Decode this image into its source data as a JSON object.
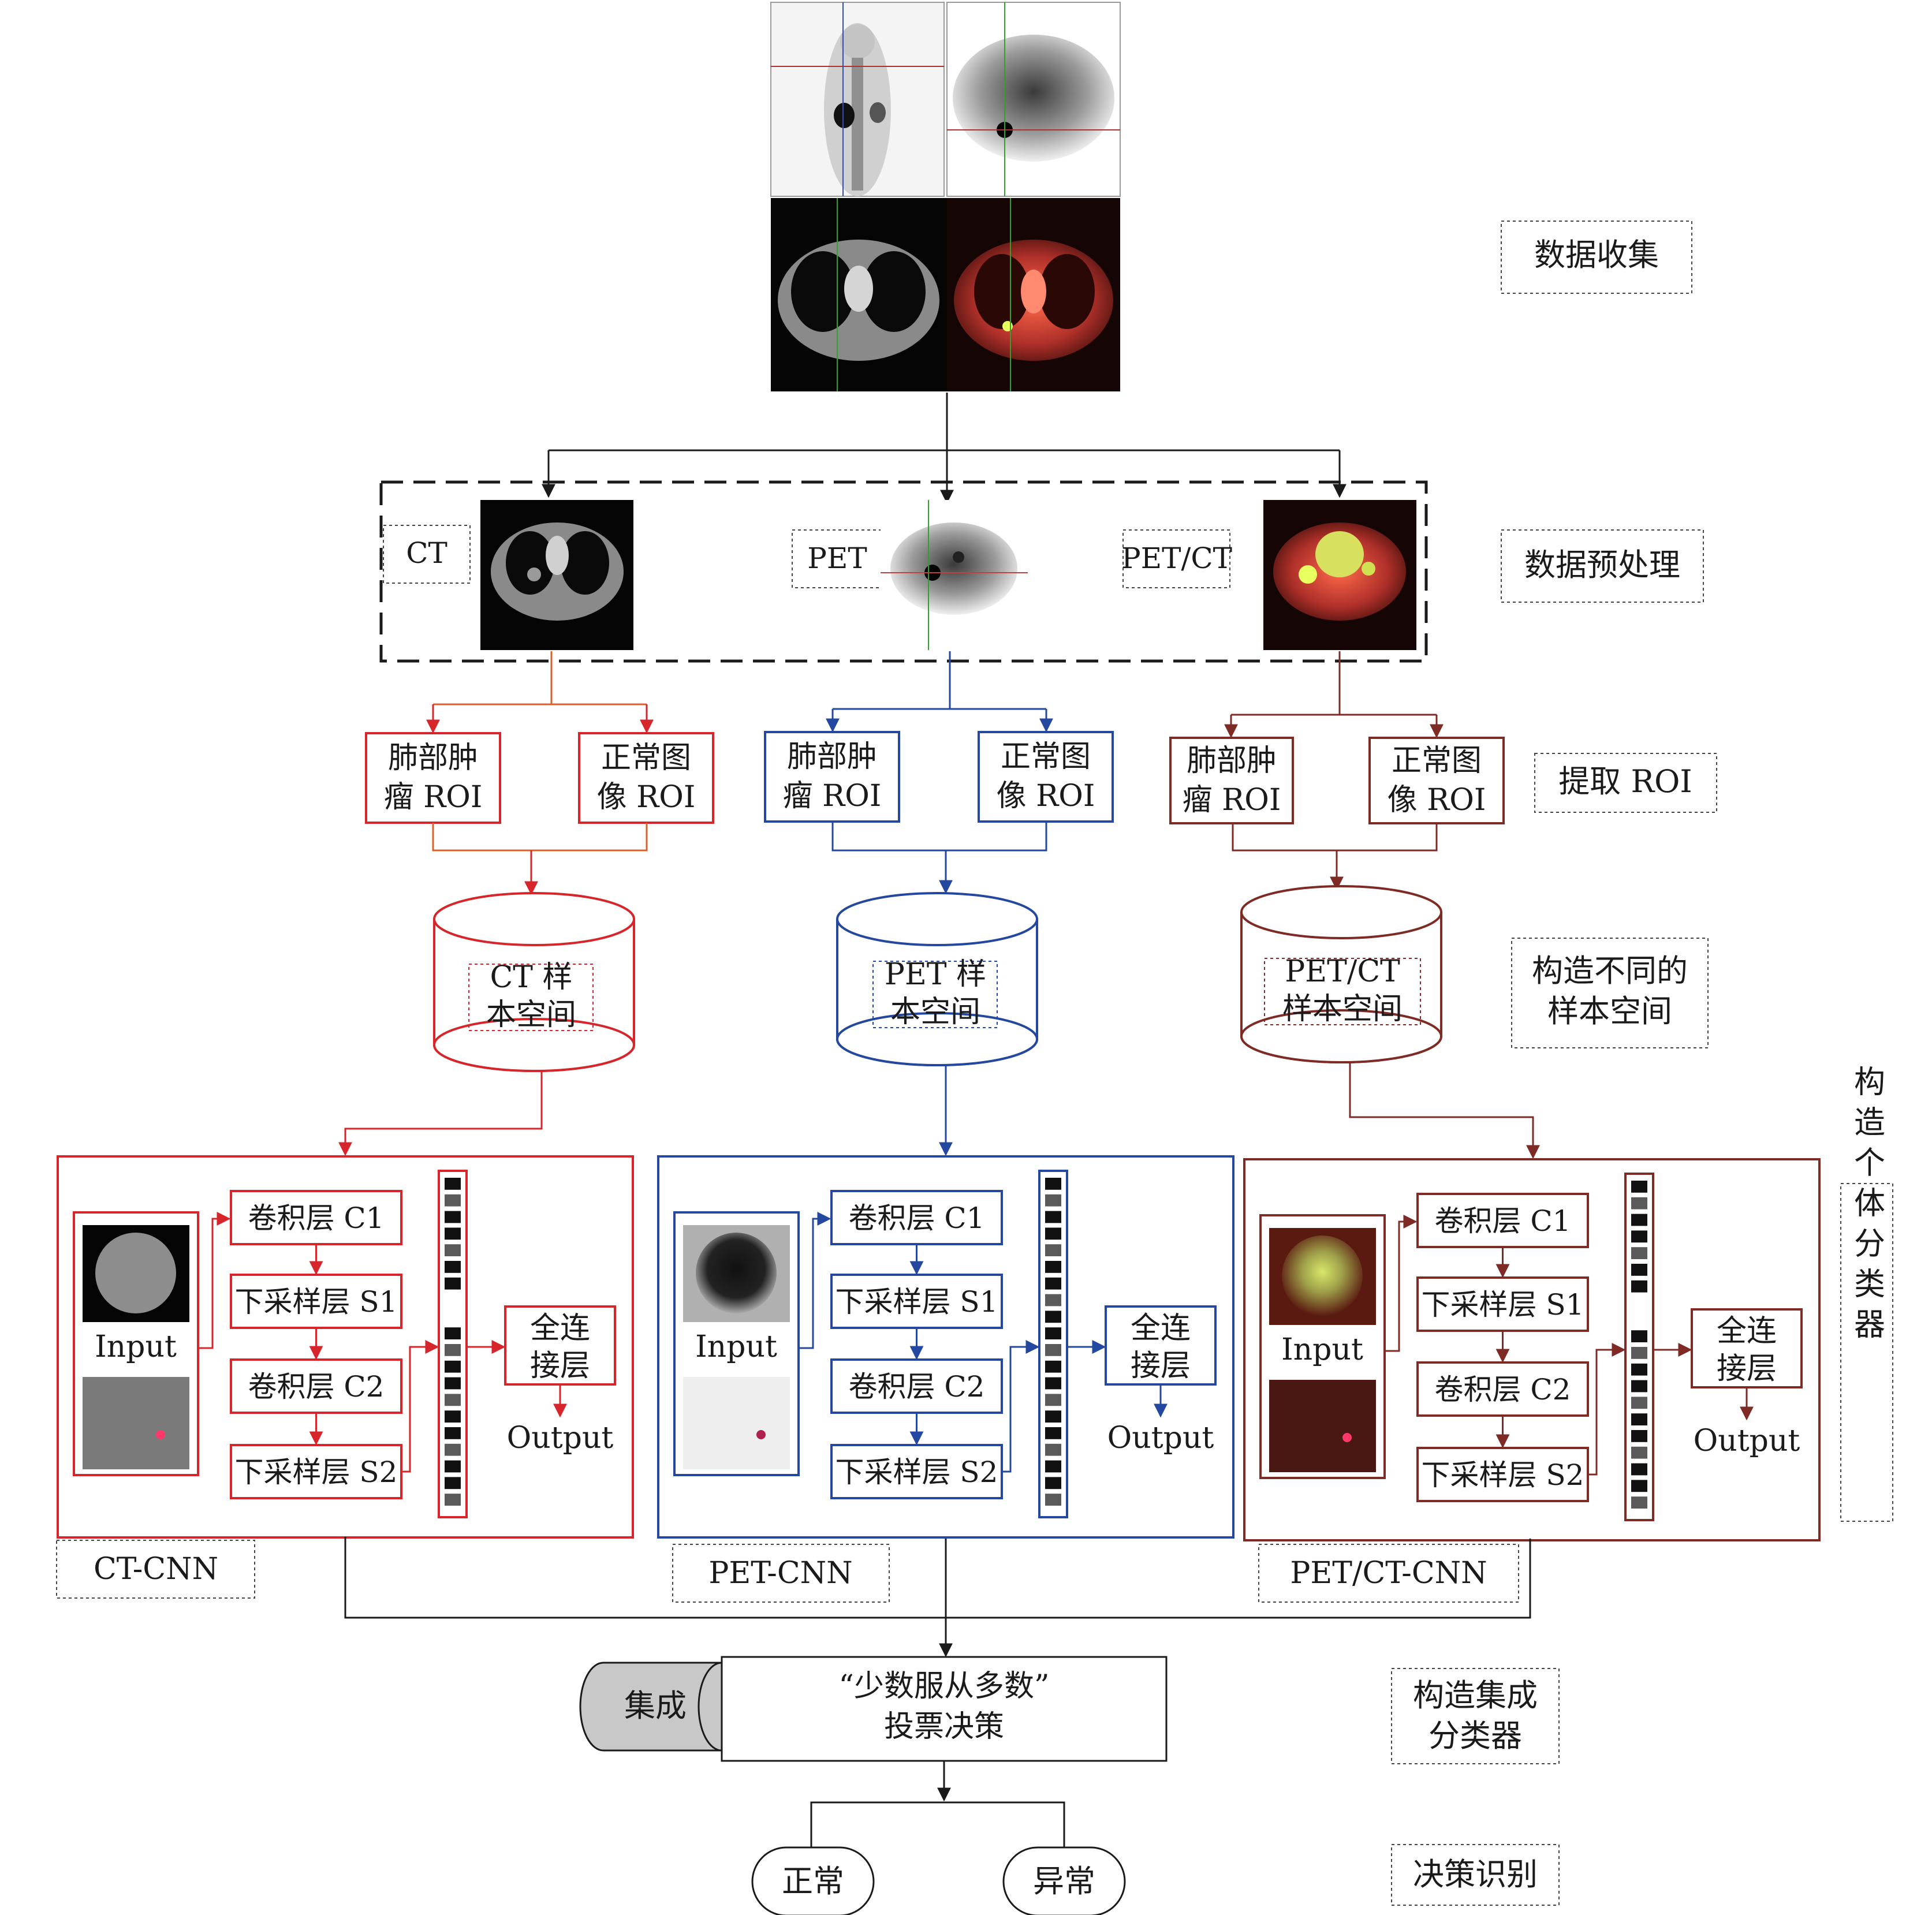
{
  "colors": {
    "ct": "#d7262b",
    "ct_line": "#d8622a",
    "pet": "#2447a0",
    "petct": "#7d2b24",
    "black": "#1a1a1a",
    "gray_fill": "#c8c8c8"
  },
  "stage_labels": {
    "data_collection": "数据收集",
    "preprocessing": "数据预处理",
    "extract_roi": "提取 ROI",
    "sample_space_1": "构造不同的",
    "sample_space_2": "样本空间",
    "individual_classifier": "构造个体分类器",
    "ensemble_1": "构造集成",
    "ensemble_2": "分类器",
    "decision": "决策识别"
  },
  "modalities": {
    "ct": "CT",
    "pet": "PET",
    "petct": "PET/CT"
  },
  "roi": {
    "tumor_1": "肺部肿",
    "tumor_2": "瘤 ROI",
    "normal_1": "正常图",
    "normal_2": "像 ROI"
  },
  "sample_spaces": {
    "ct_1": "CT 样",
    "ct_2": "本空间",
    "pet_1": "PET 样",
    "pet_2": "本空间",
    "petct_1": "PET/CT",
    "petct_2": "样本空间"
  },
  "cnn": {
    "conv1": "卷积层 C1",
    "pool1": "下采样层 S1",
    "conv2": "卷积层 C2",
    "pool2": "下采样层 S2",
    "fc_1": "全连",
    "fc_2": "接层",
    "input": "Input",
    "output": "Output"
  },
  "cnn_names": {
    "ct": "CT-CNN",
    "pet": "PET-CNN",
    "petct": "PET/CT-CNN"
  },
  "ensemble": {
    "label": "集成",
    "vote_1": "“少数服从多数”",
    "vote_2": "投票决策"
  },
  "results": {
    "normal": "正常",
    "abnormal": "异常"
  }
}
